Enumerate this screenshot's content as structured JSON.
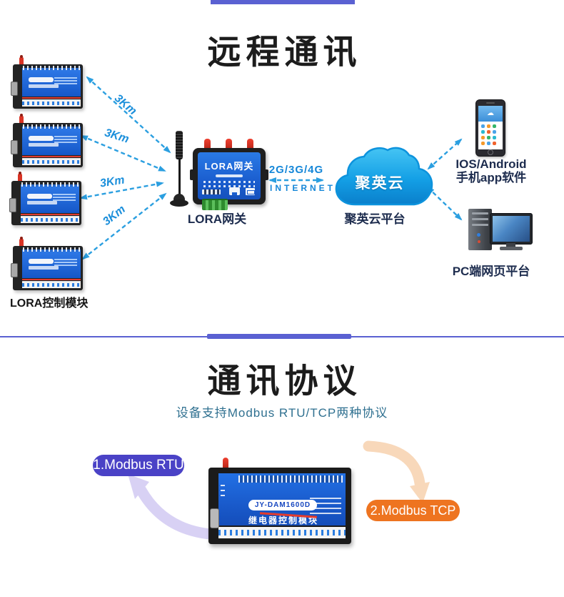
{
  "colors": {
    "accent_indigo": "#5a61d2",
    "arrow_blue": "#2b9fe0",
    "rtu_purple": "#4a42c6",
    "tcp_orange": "#ee7420",
    "caption_navy": "#1d2c4e",
    "subtitle_teal": "#2f7090",
    "cloud_blue": "#0d8bd6",
    "device_blue": "#1f6ae0"
  },
  "remote": {
    "title": "远程通讯",
    "module_caption": "LORA控制模块",
    "distances": [
      "3Km",
      "3Km",
      "3Km",
      "3Km"
    ],
    "gateway": {
      "device_label": "LORA网关",
      "caption": "LORA网关"
    },
    "link": {
      "network": "2G/3G/4G",
      "internet": "INTERNET"
    },
    "cloud": {
      "label": "聚英云",
      "caption": "聚英云平台"
    },
    "phone": {
      "caption_line1": "IOS/Android",
      "caption_line2": "手机app软件"
    },
    "pc": {
      "caption": "PC端网页平台"
    }
  },
  "protocol": {
    "title": "通讯协议",
    "subtitle": "设备支持Modbus RTU/TCP两种协议",
    "rtu_label": "1.Modbus RTU",
    "tcp_label": "2.Modbus TCP",
    "device": {
      "model": "JY-DAM1600D",
      "name": "继电器控制模块"
    }
  }
}
